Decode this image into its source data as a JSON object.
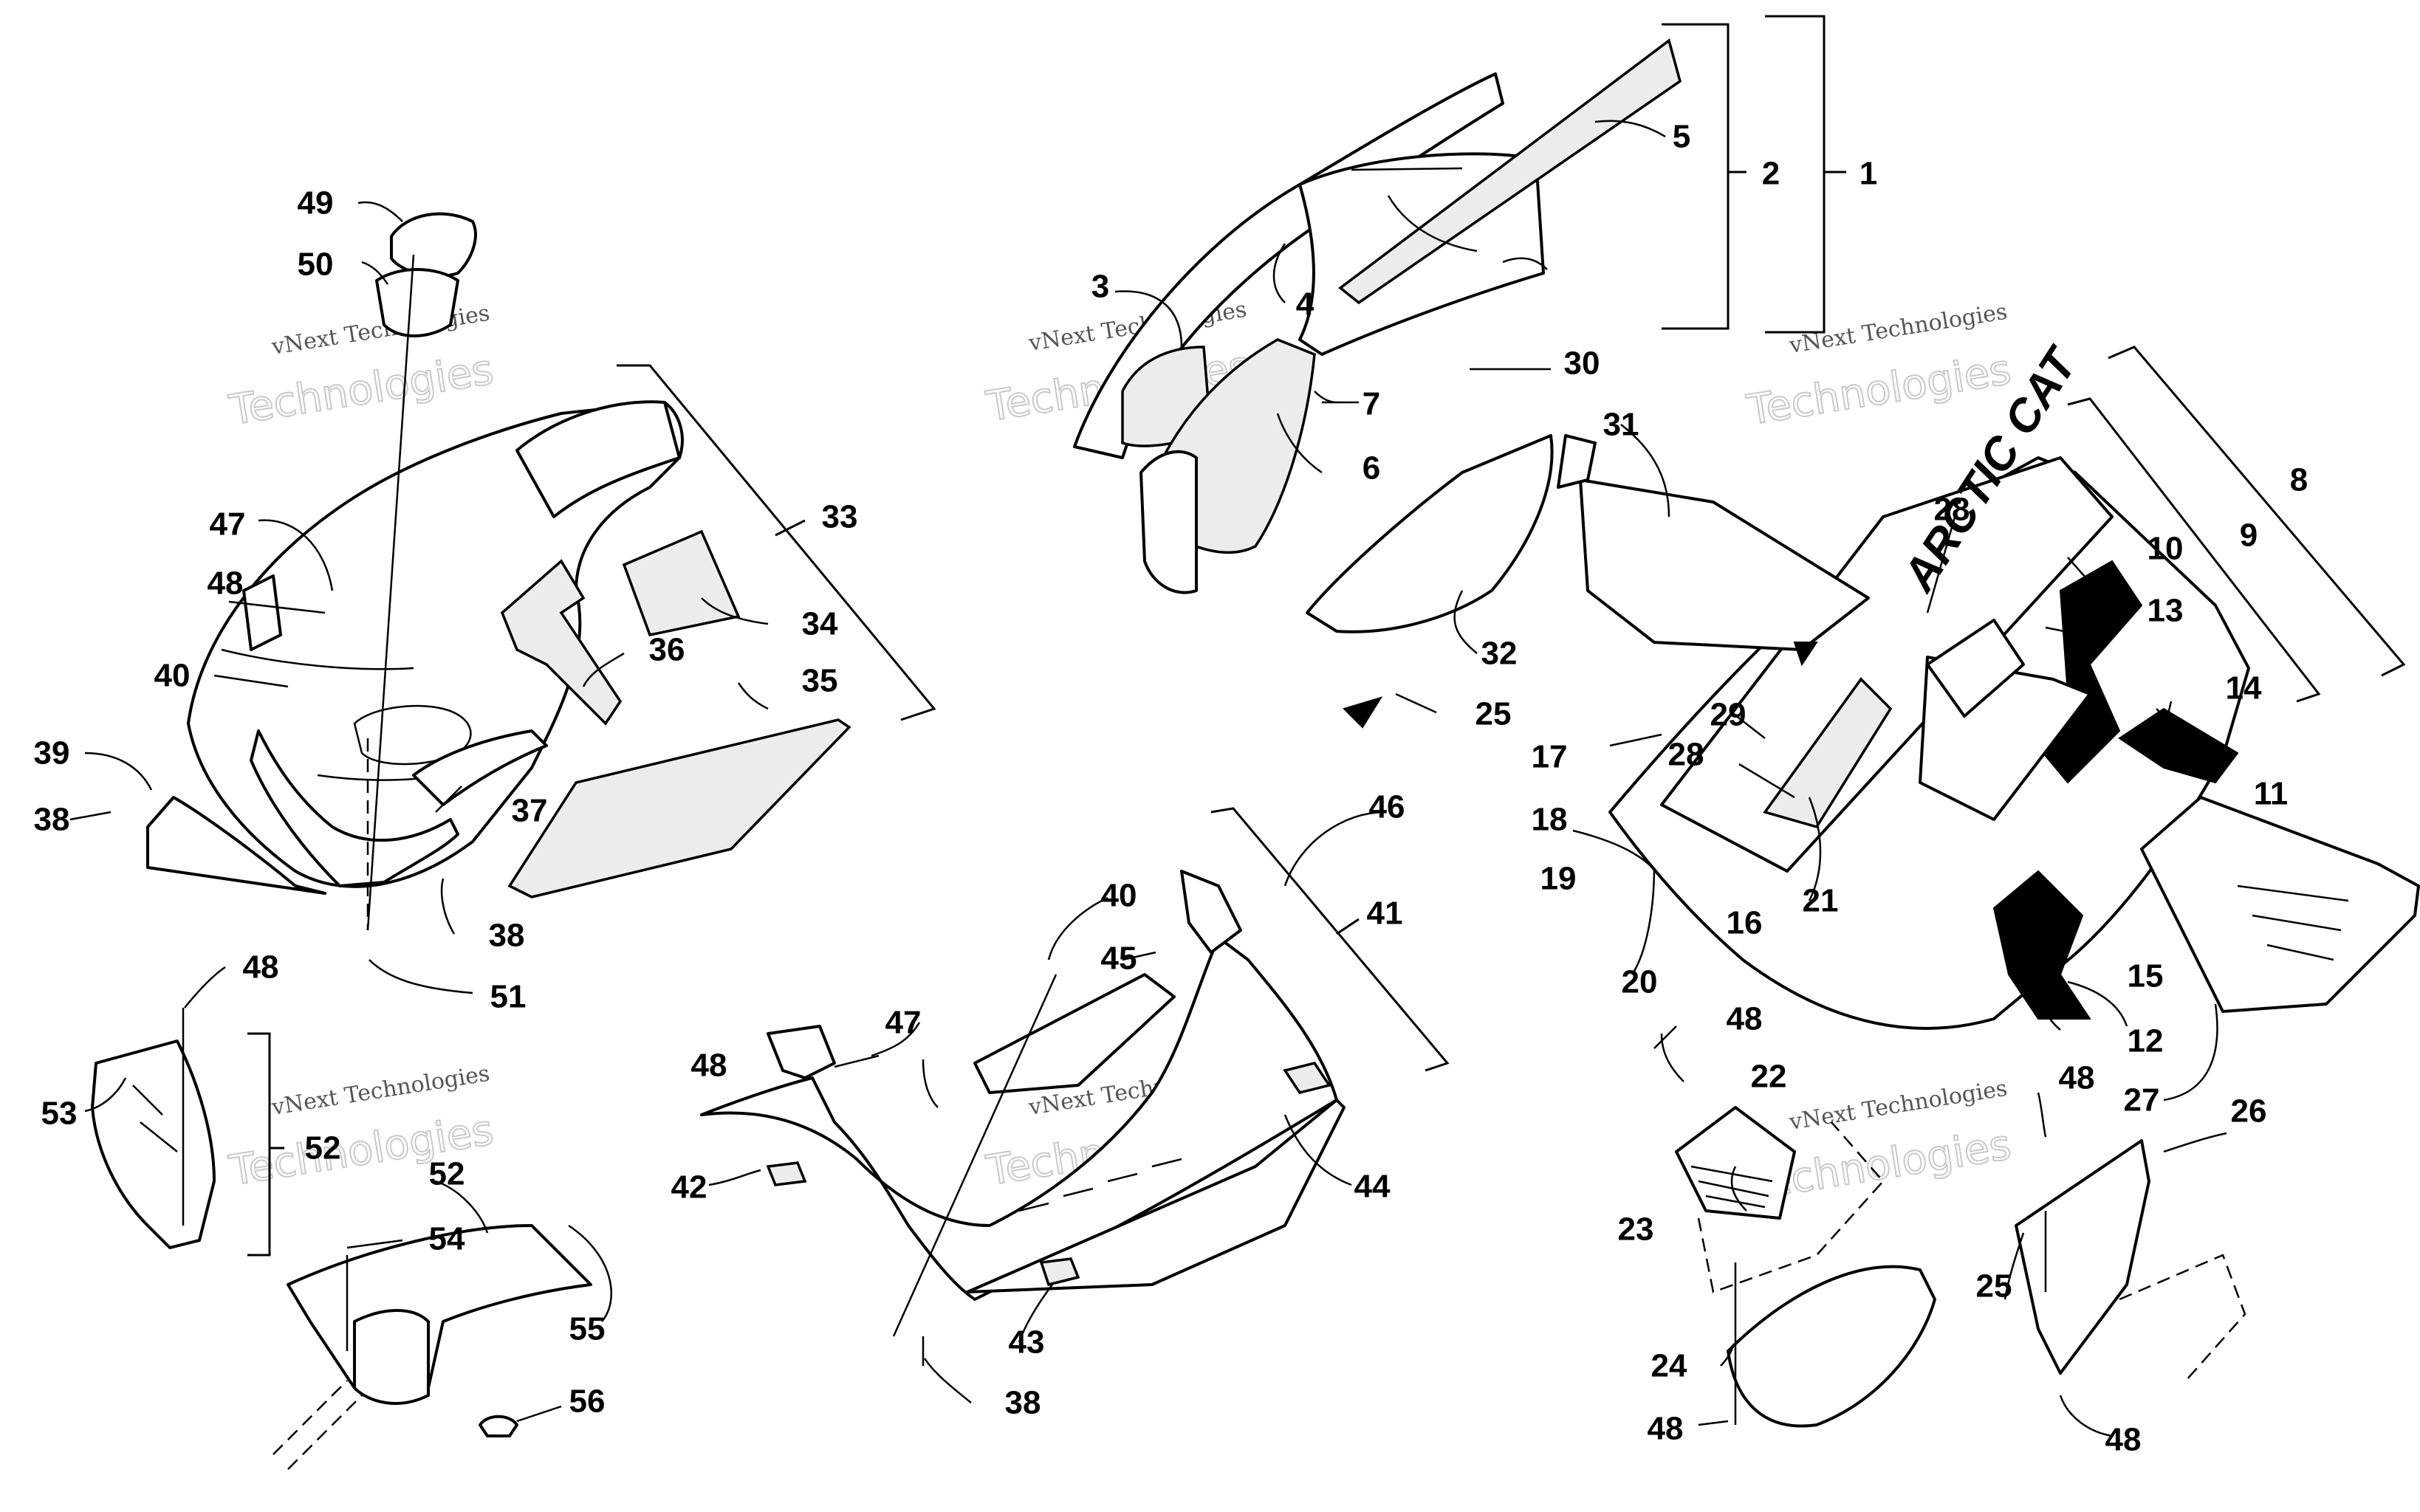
{
  "watermarks": [
    {
      "company": "vNext Technologies",
      "big": "Technologies"
    },
    {
      "company": "vNext Technologies",
      "big": "Technologies"
    },
    {
      "company": "vNext Technologies",
      "big": "Technologies"
    },
    {
      "company": "vNext Technologies",
      "big": "Technologies"
    },
    {
      "company": "vNext Technologies",
      "big": "Technologies"
    },
    {
      "company": "vNext Technologies",
      "big": "Technologies"
    }
  ],
  "brand_decal": "ARCTIC CAT",
  "labels": {
    "l1": "1",
    "l2": "2",
    "l3": "3",
    "l4": "4",
    "l5": "5",
    "l6": "6",
    "l7": "7",
    "l8": "8",
    "l9": "9",
    "l10": "10",
    "l11": "11",
    "l12": "12",
    "l13": "13",
    "l14": "14",
    "l15": "15",
    "l16": "16",
    "l17": "17",
    "l18": "18",
    "l19": "19",
    "l20": "20",
    "l21": "21",
    "l22": "22",
    "l23": "23",
    "l24": "24",
    "l25a": "25",
    "l25b": "25",
    "l26": "26",
    "l27": "27",
    "l28a": "28",
    "l28b": "28",
    "l29": "29",
    "l30": "30",
    "l31": "31",
    "l32": "32",
    "l33": "33",
    "l34": "34",
    "l35": "35",
    "l36": "36",
    "l37": "37",
    "l38a": "38",
    "l38b": "38",
    "l38c": "38",
    "l39": "39",
    "l40a": "40",
    "l40b": "40",
    "l41": "41",
    "l42": "42",
    "l43": "43",
    "l44": "44",
    "l45": "45",
    "l46": "46",
    "l47a": "47",
    "l47b": "47",
    "l48a": "48",
    "l48b": "48",
    "l48c": "48",
    "l48d": "48",
    "l48e": "48",
    "l48f": "48",
    "l48g": "48",
    "l49": "49",
    "l50": "50",
    "l51": "51",
    "l52a": "52",
    "l52b": "52",
    "l53": "53",
    "l54": "54",
    "l55": "55",
    "l56": "56"
  }
}
